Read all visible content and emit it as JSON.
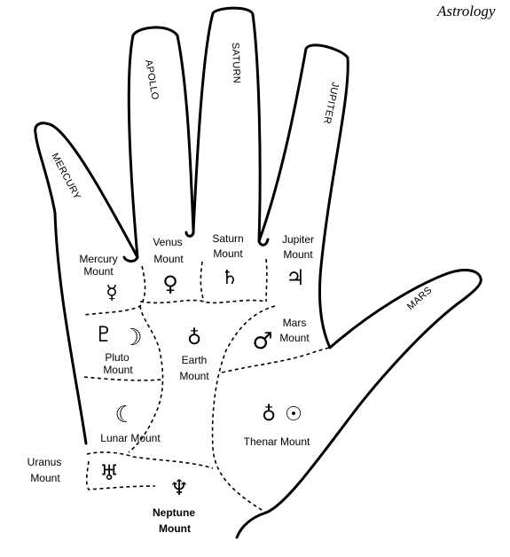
{
  "caption": "Astrology",
  "fingers": {
    "mercury": "MERCURY",
    "apollo": "APOLLO",
    "saturn": "SATURN",
    "jupiter": "JUPITER",
    "mars": "MARS"
  },
  "mounts": {
    "mercury": {
      "line1": "Mercury",
      "line2": "Mount",
      "symbol": "☿"
    },
    "venus": {
      "line1": "Venus",
      "line2": "Mount",
      "symbol": "♀"
    },
    "saturn": {
      "line1": "Saturn",
      "line2": "Mount",
      "symbol": "♄"
    },
    "jupiter": {
      "line1": "Jupiter",
      "line2": "Mount",
      "symbol": "♃"
    },
    "pluto": {
      "line1": "Pluto",
      "line2": "Mount",
      "symbol": "♇",
      "symbol2": "☽"
    },
    "earth": {
      "line1": "Earth",
      "line2": "Mount",
      "symbol": "♁"
    },
    "mars": {
      "line1": "Mars",
      "line2": "Mount",
      "symbol": "♂"
    },
    "lunar": {
      "label": "Lunar Mount",
      "symbol": "☾"
    },
    "thenar": {
      "label": "Thenar Mount",
      "symbol": "♁",
      "symbol2": "☉"
    },
    "uranus": {
      "line1": "Uranus",
      "line2": "Mount",
      "symbol": "♅"
    },
    "neptune": {
      "line1": "Neptune",
      "line2": "Mount",
      "symbol": "♆"
    }
  }
}
